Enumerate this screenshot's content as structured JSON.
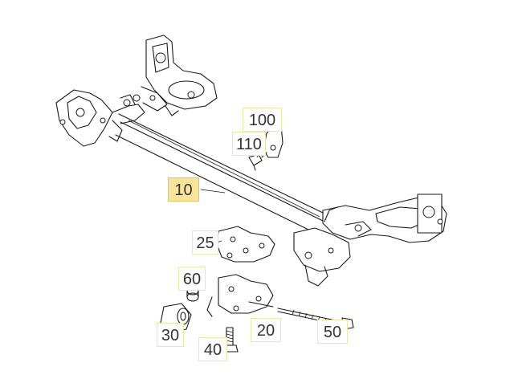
{
  "diagram": {
    "callouts": [
      {
        "id": "c10",
        "label": "10",
        "selected": true
      },
      {
        "id": "c20",
        "label": "20",
        "selected": false
      },
      {
        "id": "c25",
        "label": "25",
        "selected": false
      },
      {
        "id": "c30",
        "label": "30",
        "selected": false
      },
      {
        "id": "c40",
        "label": "40",
        "selected": false
      },
      {
        "id": "c50",
        "label": "50",
        "selected": false
      },
      {
        "id": "c60",
        "label": "60",
        "selected": false
      },
      {
        "id": "c100",
        "label": "100",
        "selected": false
      },
      {
        "id": "c110",
        "label": "110",
        "selected": false
      }
    ],
    "colors": {
      "highlight": "#fae49a",
      "callout_border": "#f0e6a8",
      "line": "#1a1a1a",
      "text": "#333333"
    }
  }
}
